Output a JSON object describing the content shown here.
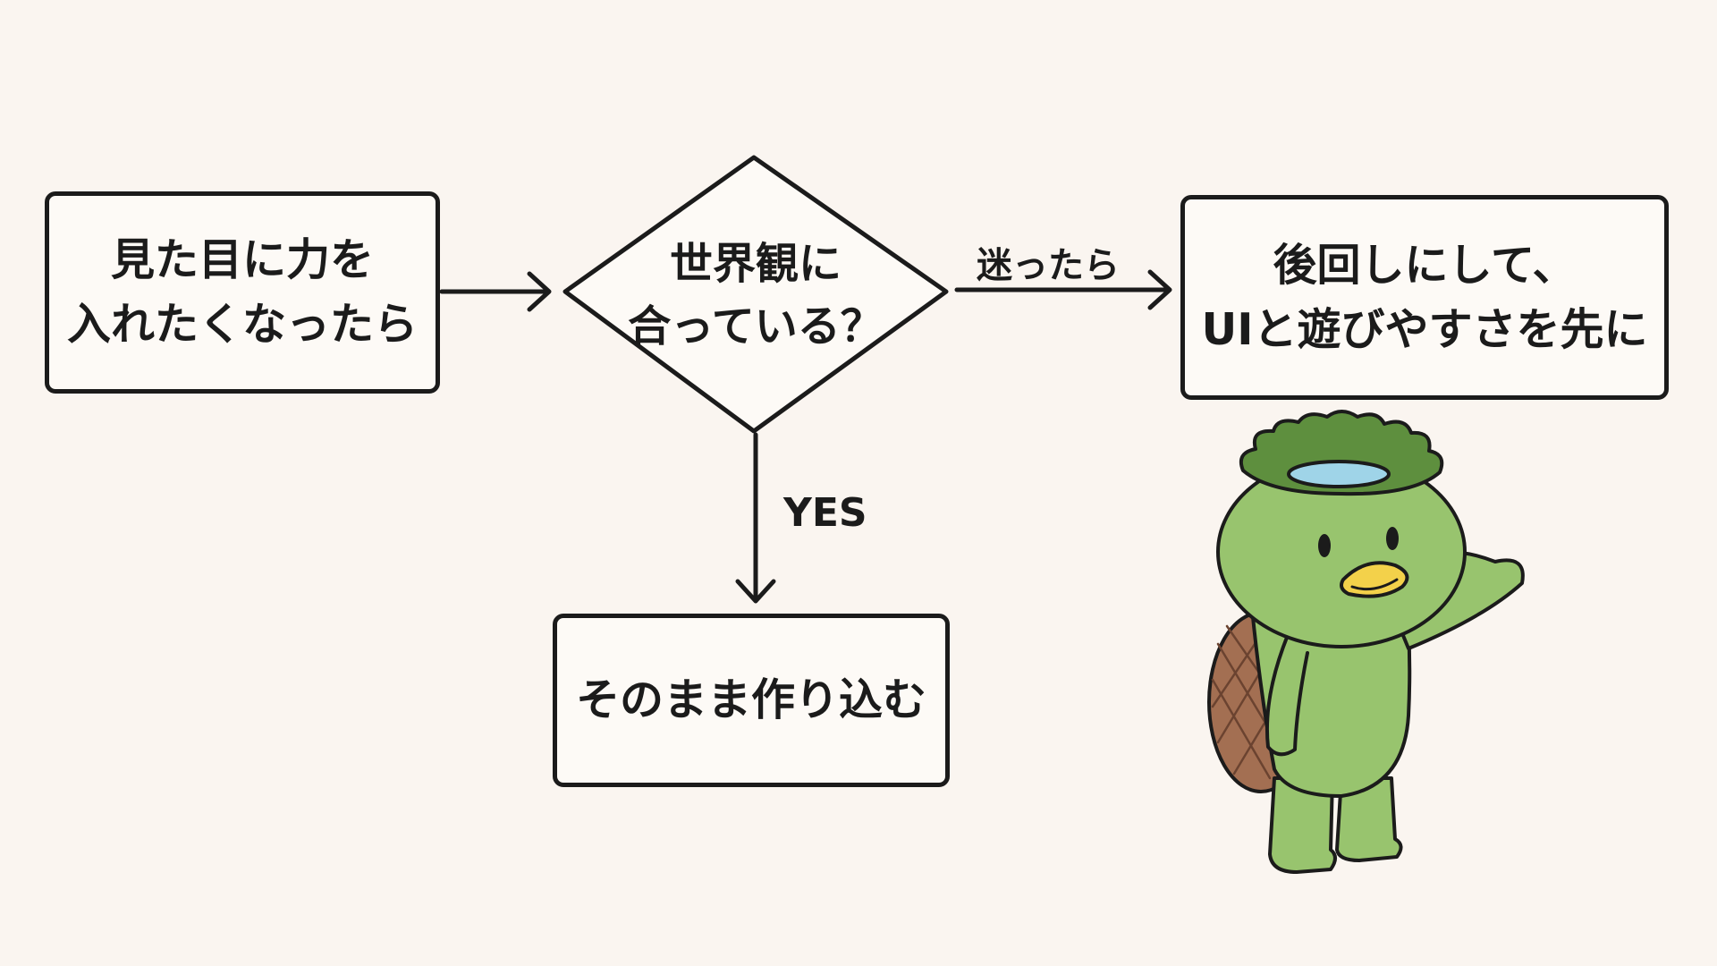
{
  "nodes": {
    "start": {
      "lines": [
        "見た目に力を",
        "入れたくなったら"
      ]
    },
    "decision": {
      "lines": [
        "世界観に",
        "合っている？"
      ]
    },
    "later": {
      "lines": [
        "後回しにして、",
        "UIと遊びやすさを先に"
      ]
    },
    "build": {
      "lines": [
        "そのまま作り込む"
      ]
    }
  },
  "edges": {
    "confused_label": "迷ったら",
    "yes_label": "YES"
  },
  "colors": {
    "background": "#faf5f0",
    "stroke": "#1b1b1b",
    "kappa_body": "#98c46e",
    "kappa_dark": "#6e9a4a",
    "kappa_hair": "#5e8f3e",
    "kappa_plate": "#9fd4e8",
    "kappa_beak": "#f3d14a",
    "shell": "#a36f52"
  },
  "icons": {
    "mascot": "kappa-mascot-pointing"
  }
}
